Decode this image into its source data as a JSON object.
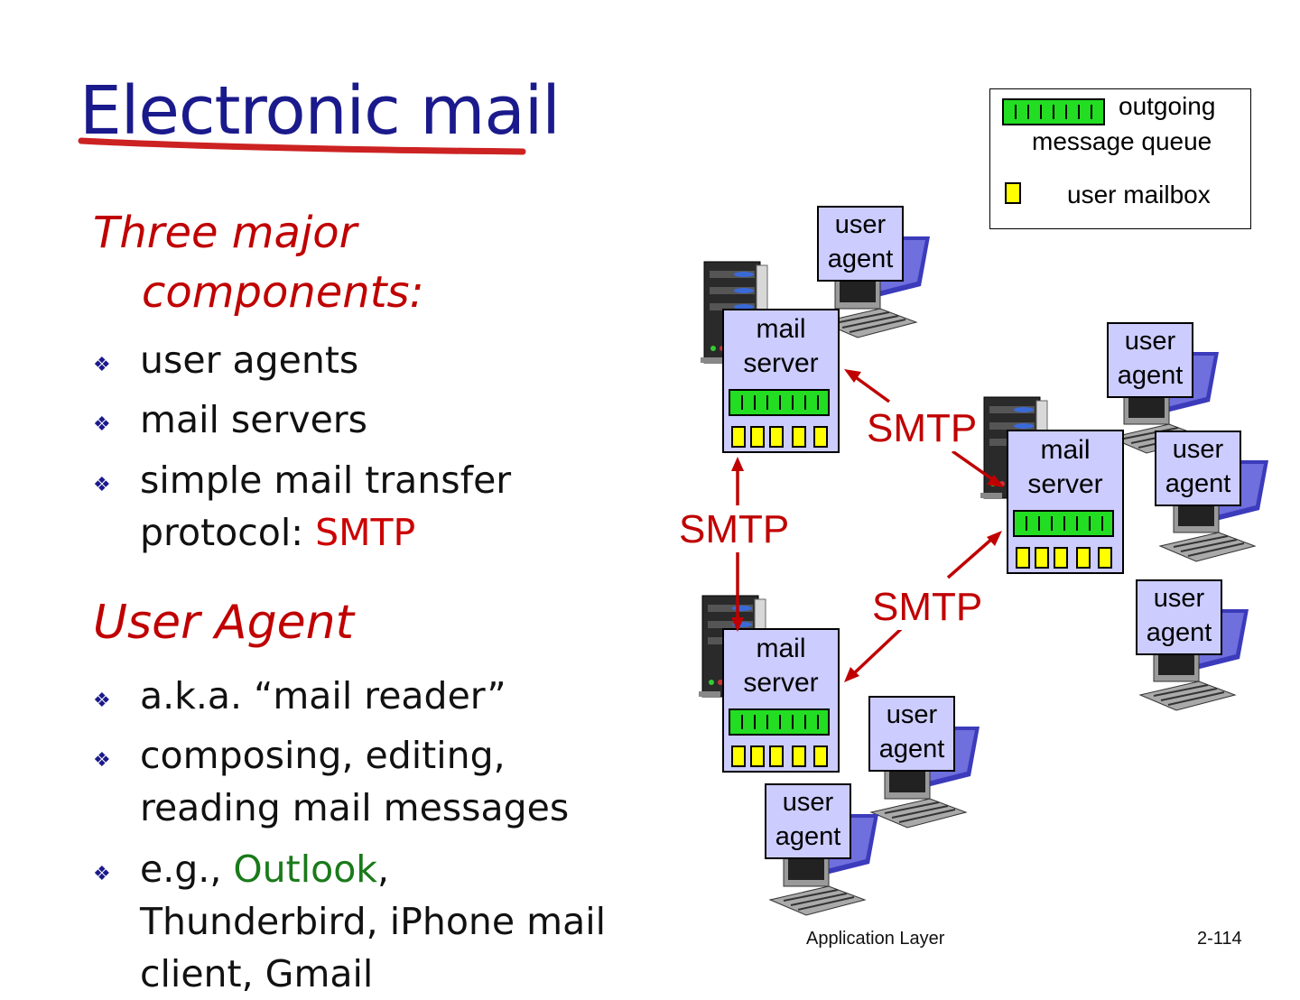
{
  "slide": {
    "title": "Electronic mail",
    "heading1_line1": "Three major",
    "heading1_line2": "components:",
    "bullets1": [
      {
        "text": "user agents"
      },
      {
        "text": "mail servers"
      },
      {
        "line1": "simple mail transfer",
        "line2_prefix": "protocol: ",
        "line2_highlight": "SMTP"
      }
    ],
    "heading2": "User Agent",
    "bullets2": [
      {
        "text": "a.k.a. “mail reader”"
      },
      {
        "line1": "composing, editing,",
        "line2": "reading mail messages"
      },
      {
        "line1_prefix": "e.g., ",
        "line1_highlight": "Outlook",
        "line1_suffix": ",",
        "line2": "Thunderbird, iPhone mail",
        "line3": "client, Gmail"
      }
    ],
    "bullet_icon": "diamond-bullet-icon",
    "footer_center": "Application Layer",
    "footer_right": "2-114"
  },
  "diagram": {
    "legend": {
      "queue_line1": "outgoing",
      "queue_line2": "message queue",
      "mailbox": "user mailbox"
    },
    "user_agent_line1": "user",
    "user_agent_line2": "agent",
    "mail_server_line1": "mail",
    "mail_server_line2": "server",
    "protocol_label": "SMTP",
    "colors": {
      "queue": "#22dd22",
      "mailbox": "#ffff00",
      "box": "#ccccff",
      "arrow": "#c00000"
    }
  }
}
